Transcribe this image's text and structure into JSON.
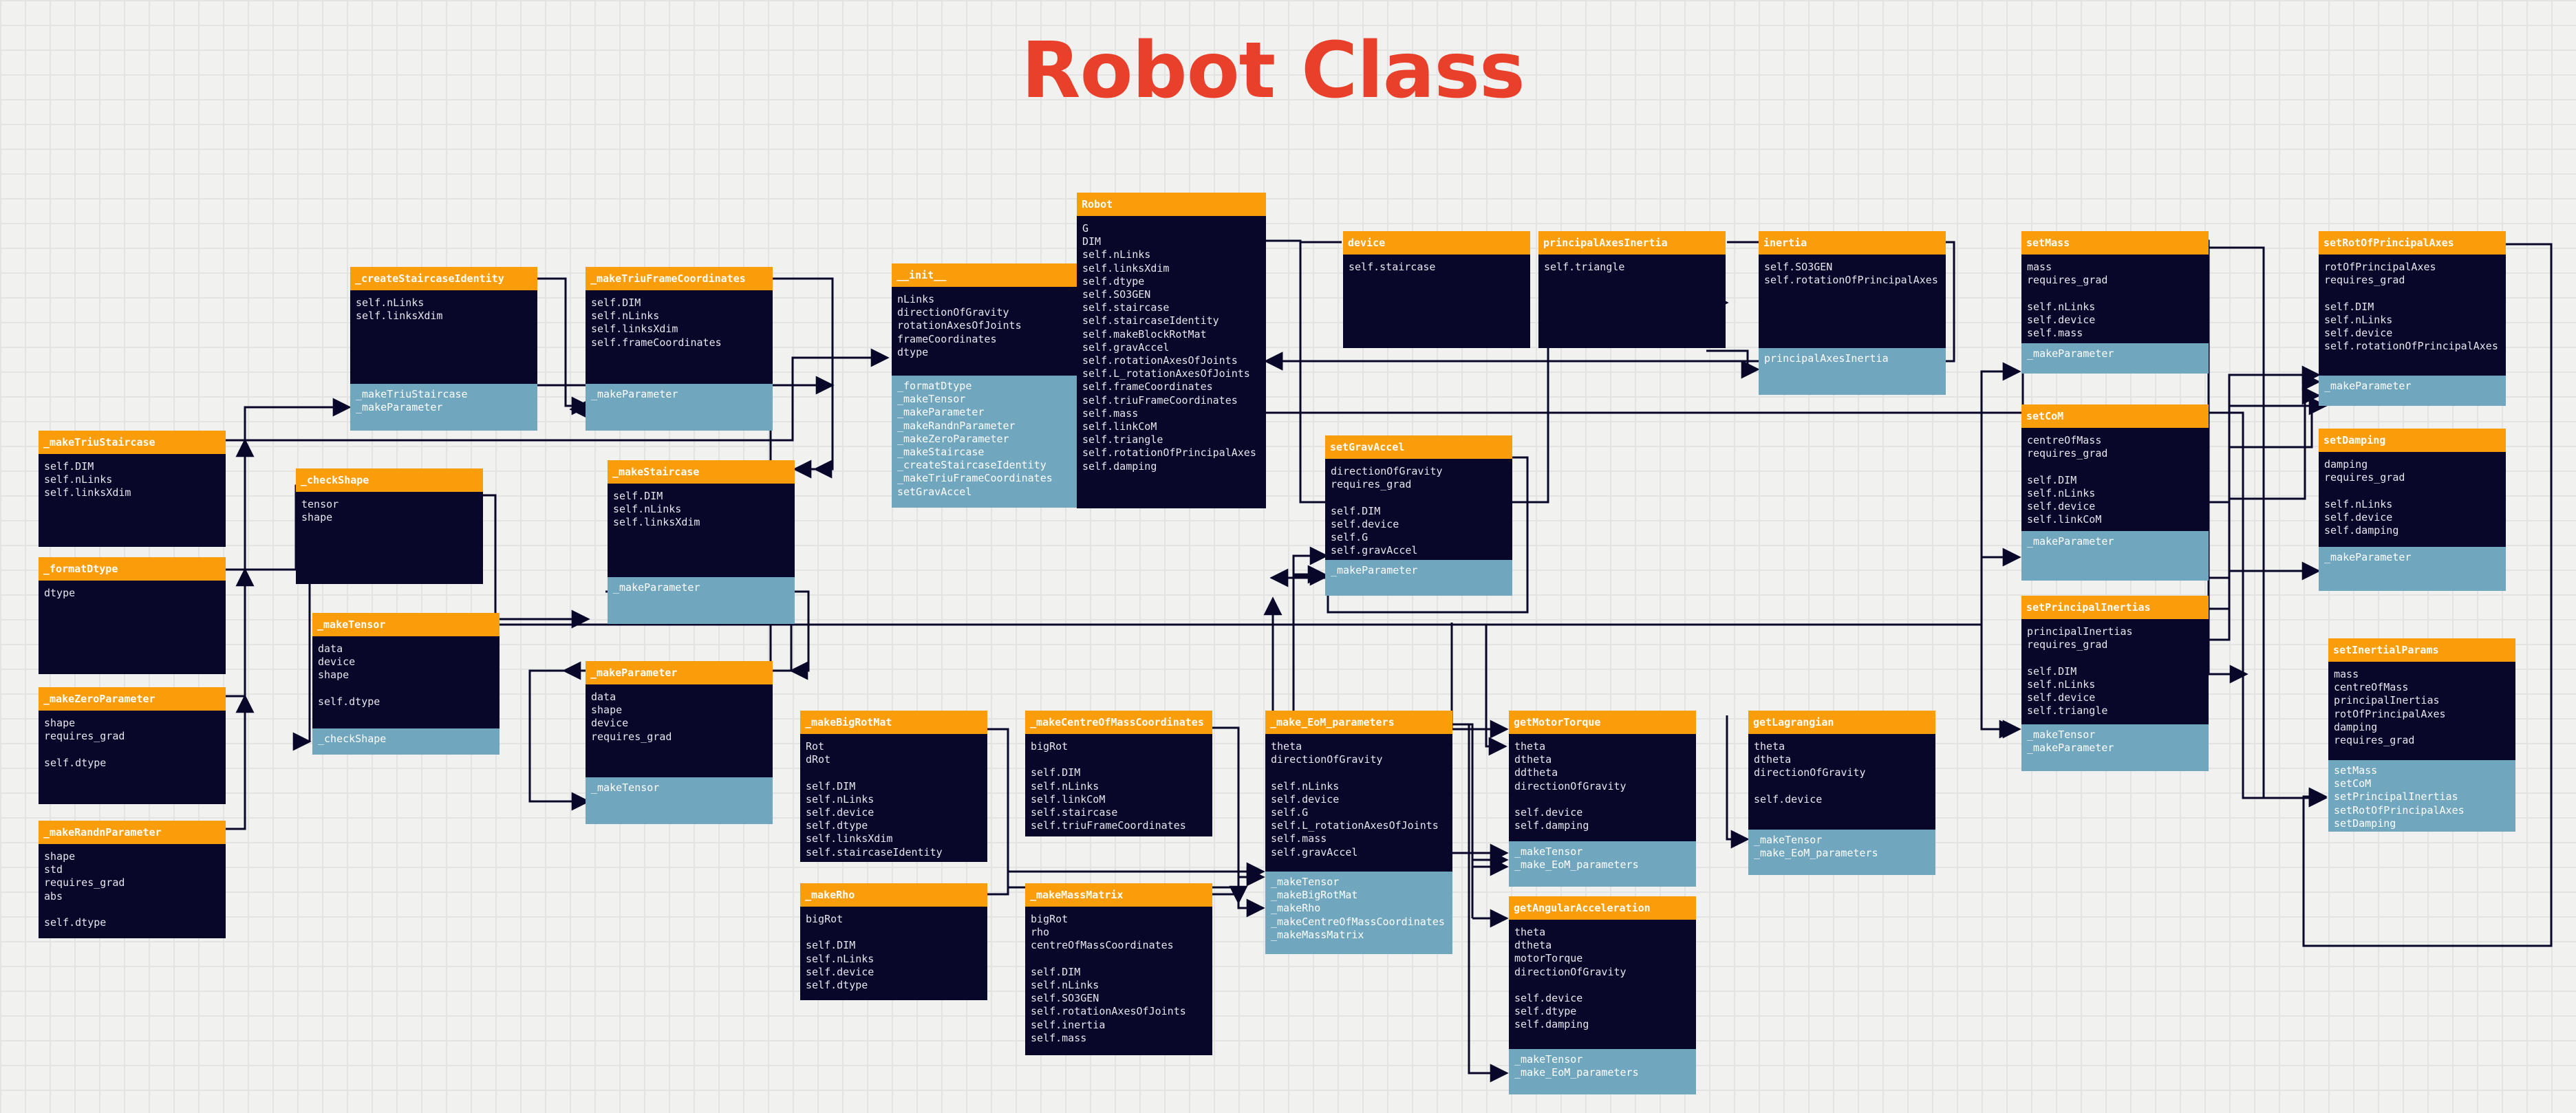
{
  "title": "Robot Class",
  "colors": {
    "background": "#f1f1f0",
    "title": "#e8402a",
    "box_header": "#f99d0b",
    "box_body": "#080729",
    "box_methods": "#71a6bf",
    "connector": "#080729"
  },
  "boxes": [
    {
      "id": "createStaircaseIdentity",
      "title": "_createStaircaseIdentity",
      "body": "self.nLinks\nself.linksXdim",
      "methods": "_makeTriuStaircase\n_makeParameter"
    },
    {
      "id": "makeTriuFrameCoordinates",
      "title": "_makeTriuFrameCoordinates",
      "body": "self.DIM\nself.nLinks\nself.linksXdim\nself.frameCoordinates",
      "methods": "_makeParameter"
    },
    {
      "id": "init",
      "title": "__init__",
      "body": "nLinks\ndirectionOfGravity\nrotationAxesOfJoints\nframeCoordinates\ndtype",
      "methods": "_formatDtype\n_makeTensor\n_makeParameter\n_makeRandnParameter\n_makeZeroParameter\n_makeStaircase\n_createStaircaseIdentity\n_makeTriuFrameCoordinates\nsetGravAccel"
    },
    {
      "id": "robot",
      "title": "Robot",
      "body": "G\nDIM\nself.nLinks\nself.linksXdim\nself.dtype\nself.SO3GEN\nself.staircase\nself.staircaseIdentity\nself.makeBlockRotMat\nself.gravAccel\nself.rotationAxesOfJoints\nself.L_rotationAxesOfJoints\nself.frameCoordinates\nself.triuFrameCoordinates\nself.mass\nself.linkCoM\nself.triangle\nself.rotationOfPrincipalAxes\nself.damping",
      "methods": ""
    },
    {
      "id": "device",
      "title": "device",
      "body": "self.staircase",
      "methods": ""
    },
    {
      "id": "principalAxesInertia",
      "title": "principalAxesInertia",
      "body": "self.triangle",
      "methods": ""
    },
    {
      "id": "inertia",
      "title": "inertia",
      "body": "self.SO3GEN\nself.rotationOfPrincipalAxes",
      "methods": "principalAxesInertia"
    },
    {
      "id": "setMass",
      "title": "setMass",
      "body": "mass\nrequires_grad\n\nself.nLinks\nself.device\nself.mass",
      "methods": "_makeParameter"
    },
    {
      "id": "setRotOfPrincipalAxes",
      "title": "setRotOfPrincipalAxes",
      "body": "rotOfPrincipalAxes\nrequires_grad\n\nself.DIM\nself.nLinks\nself.device\nself.rotationOfPrincipalAxes",
      "methods": "_makeParameter"
    },
    {
      "id": "makeTriuStaircase",
      "title": "_makeTriuStaircase",
      "body": "self.DIM\nself.nLinks\nself.linksXdim",
      "methods": ""
    },
    {
      "id": "checkShape",
      "title": "_checkShape",
      "body": "tensor\nshape",
      "methods": ""
    },
    {
      "id": "makeStaircase",
      "title": "_makeStaircase",
      "body": "self.DIM\nself.nLinks\nself.linksXdim",
      "methods": "_makeParameter"
    },
    {
      "id": "setGravAccel",
      "title": "setGravAccel",
      "body": "directionOfGravity\nrequires_grad\n\nself.DIM\nself.device\nself.G\nself.gravAccel",
      "methods": "_makeParameter"
    },
    {
      "id": "setCoM",
      "title": "setCoM",
      "body": "centreOfMass\nrequires_grad\n\nself.DIM\nself.nLinks\nself.device\nself.linkCoM",
      "methods": "_makeParameter"
    },
    {
      "id": "setDamping",
      "title": "setDamping",
      "body": "damping\nrequires_grad\n\nself.nLinks\nself.device\nself.damping",
      "methods": "_makeParameter"
    },
    {
      "id": "formatDtype",
      "title": "_formatDtype",
      "body": "dtype",
      "methods": ""
    },
    {
      "id": "makeTensor",
      "title": "_makeTensor",
      "body": "data\ndevice\nshape\n\nself.dtype",
      "methods": "_checkShape"
    },
    {
      "id": "setPrincipalInertias",
      "title": "setPrincipalInertias",
      "body": "principalInertias\nrequires_grad\n\nself.DIM\nself.nLinks\nself.device\nself.triangle",
      "methods": "_makeTensor\n_makeParameter"
    },
    {
      "id": "setInertialParams",
      "title": "setInertialParams",
      "body": "mass\ncentreOfMass\nprincipalInertias\nrotOfPrincipalAxes\ndamping\nrequires_grad",
      "methods": "setMass\nsetCoM\nsetPrincipalInertias\nsetRotOfPrincipalAxes\nsetDamping"
    },
    {
      "id": "makeParameter",
      "title": "_makeParameter",
      "body": "data\nshape\ndevice\nrequires_grad",
      "methods": "_makeTensor"
    },
    {
      "id": "makeZeroParameter",
      "title": "_makeZeroParameter",
      "body": "shape\nrequires_grad\n\nself.dtype",
      "methods": ""
    },
    {
      "id": "makeBigRotMat",
      "title": "_makeBigRotMat",
      "body": "Rot\ndRot\n\nself.DIM\nself.nLinks\nself.device\nself.dtype\nself.linksXdim\nself.staircaseIdentity",
      "methods": ""
    },
    {
      "id": "makeCentreOfMassCoordinates",
      "title": "_makeCentreOfMassCoordinates",
      "body": "bigRot\n\nself.DIM\nself.nLinks\nself.linkCoM\nself.staircase\nself.triuFrameCoordinates",
      "methods": ""
    },
    {
      "id": "makeEoMParameters",
      "title": "_make_EoM_parameters",
      "body": "theta\ndirectionOfGravity\n\nself.nLinks\nself.device\nself.G\nself.L_rotationAxesOfJoints\nself.mass\nself.gravAccel",
      "methods": "_makeTensor\n_makeBigRotMat\n_makeRho\n_makeCentreOfMassCoordinates\n_makeMassMatrix"
    },
    {
      "id": "getMotorTorque",
      "title": "getMotorTorque",
      "body": "theta\ndtheta\nddtheta\ndirectionOfGravity\n\nself.device\nself.damping",
      "methods": "_makeTensor\n_make_EoM_parameters"
    },
    {
      "id": "getLagrangian",
      "title": "getLagrangian",
      "body": "theta\ndtheta\ndirectionOfGravity\n\nself.device",
      "methods": "_makeTensor\n_make_EoM_parameters"
    },
    {
      "id": "makeRandnParameter",
      "title": "_makeRandnParameter",
      "body": "shape\nstd\nrequires_grad\nabs\n\nself.dtype",
      "methods": ""
    },
    {
      "id": "makeRho",
      "title": "_makeRho",
      "body": "bigRot\n\nself.DIM\nself.nLinks\nself.device\nself.dtype",
      "methods": ""
    },
    {
      "id": "makeMassMatrix",
      "title": "_makeMassMatrix",
      "body": "bigRot\nrho\ncentreOfMassCoordinates\n\nself.DIM\nself.nLinks\nself.SO3GEN\nself.rotationAxesOfJoints\nself.inertia\nself.mass",
      "methods": ""
    },
    {
      "id": "getAngularAcceleration",
      "title": "getAngularAcceleration",
      "body": "theta\ndtheta\nmotorTorque\ndirectionOfGravity\n\nself.device\nself.dtype\nself.damping",
      "methods": "_makeTensor\n_make_EoM_parameters"
    }
  ]
}
